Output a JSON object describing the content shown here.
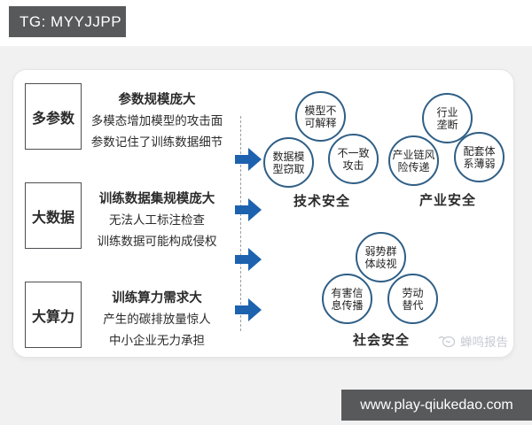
{
  "badge": {
    "text": "TG: MYYJJPP"
  },
  "footer": {
    "url": "www.play-qiukedao.com"
  },
  "watermark": {
    "text": "蝉鸣报告"
  },
  "colors": {
    "arrow_blue": "#1d62af",
    "circle_stroke": "#2f5f86",
    "bar_gray": "#58595b",
    "page_gray": "#f1f1f2"
  },
  "rows": [
    {
      "box_label": "多参数",
      "title": "参数规模庞大",
      "line1": "多模态增加模型的攻击面",
      "line2": "参数记住了训练数据细节"
    },
    {
      "box_label": "大数据",
      "title": "训练数据集规模庞大",
      "line1": "无法人工标注检查",
      "line2": "训练数据可能构成侵权"
    },
    {
      "box_label": "大算力",
      "title": "训练算力需求大",
      "line1": "产生的碳排放量惊人",
      "line2": "中小企业无力承担"
    }
  ],
  "groups": [
    {
      "label": "技术安全",
      "circles": [
        {
          "lines": [
            "模型不",
            "可解释"
          ]
        },
        {
          "lines": [
            "数据模",
            "型窃取"
          ]
        },
        {
          "lines": [
            "不一致",
            "攻击"
          ]
        }
      ]
    },
    {
      "label": "产业安全",
      "circles": [
        {
          "lines": [
            "行业",
            "垄断"
          ]
        },
        {
          "lines": [
            "产业链风",
            "险传递"
          ]
        },
        {
          "lines": [
            "配套体",
            "系薄弱"
          ]
        }
      ]
    },
    {
      "label": "社会安全",
      "circles": [
        {
          "lines": [
            "弱势群",
            "体歧视"
          ]
        },
        {
          "lines": [
            "有害信",
            "息传播"
          ]
        },
        {
          "lines": [
            "劳动",
            "替代"
          ]
        }
      ]
    }
  ]
}
